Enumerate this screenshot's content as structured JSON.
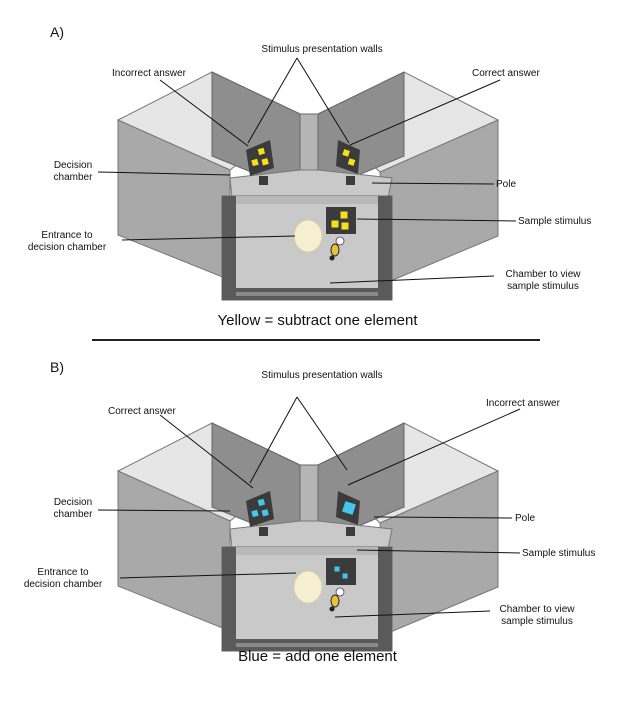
{
  "panels": [
    {
      "letter": "A)",
      "walls_label": "Stimulus presentation walls",
      "left_answer": "Incorrect answer",
      "right_answer": "Correct answer",
      "decision_chamber": [
        "Decision",
        "chamber"
      ],
      "pole": "Pole",
      "entrance": [
        "Entrance to",
        "decision chamber"
      ],
      "sample_stimulus": "Sample stimulus",
      "view_chamber": [
        "Chamber to view",
        "sample stimulus"
      ],
      "caption": "Yellow = subtract one element",
      "stimulus_color": "#f7e01a",
      "left_card_elements": 3,
      "right_card_elements": 2,
      "sample_elements": 3
    },
    {
      "letter": "B)",
      "walls_label": "Stimulus presentation walls",
      "left_answer": "Correct answer",
      "right_answer": "Incorrect answer",
      "decision_chamber": [
        "Decision",
        "chamber"
      ],
      "pole": "Pole",
      "entrance": [
        "Entrance to",
        "decision chamber"
      ],
      "sample_stimulus": "Sample stimulus",
      "view_chamber": [
        "Chamber to view",
        "sample stimulus"
      ],
      "caption": "Blue = add one element",
      "stimulus_color": "#45c6ee",
      "left_card_elements": 3,
      "right_card_elements": 1,
      "sample_elements": 2
    }
  ],
  "colors": {
    "wall_light": "#c9c9c9",
    "wall_mid": "#a9a9a9",
    "wall_dark": "#8e8e8e",
    "frame": "#5a5a5a",
    "card": "#3b3b3b",
    "entrance_hole": "#f6efd2"
  }
}
